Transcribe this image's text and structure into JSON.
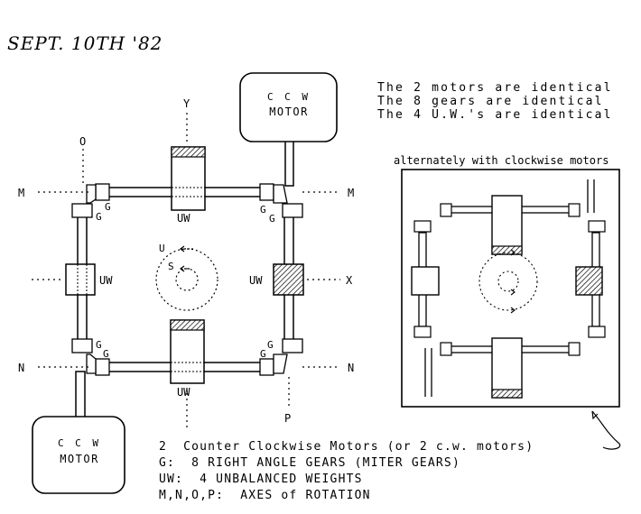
{
  "date_note": "SEPT. 10TH '82",
  "facts": [
    "The 2 motors are identical",
    "The 8 gears are identical",
    "The 4 U.W.'s are identical"
  ],
  "inset_caption": "alternately with clockwise motors",
  "motor_top": {
    "line1": "C C W",
    "line2": "MOTOR"
  },
  "motor_bottom": {
    "line1": "C C W",
    "line2": "MOTOR"
  },
  "axes": {
    "o": "O",
    "y": "Y",
    "m": "M",
    "n": "N",
    "x": "X",
    "p": "P",
    "u": "U",
    "s": "S"
  },
  "labels": {
    "uw": "UW",
    "g": "G"
  },
  "legend": [
    "2  Counter Clockwise Motors (or 2 c.w. motors)",
    "G:  8 RIGHT ANGLE GEARS (MITER GEARS)",
    "UW:  4 UNBALANCED WEIGHTS",
    "M,N,O,P:  AXES of ROTATION"
  ]
}
